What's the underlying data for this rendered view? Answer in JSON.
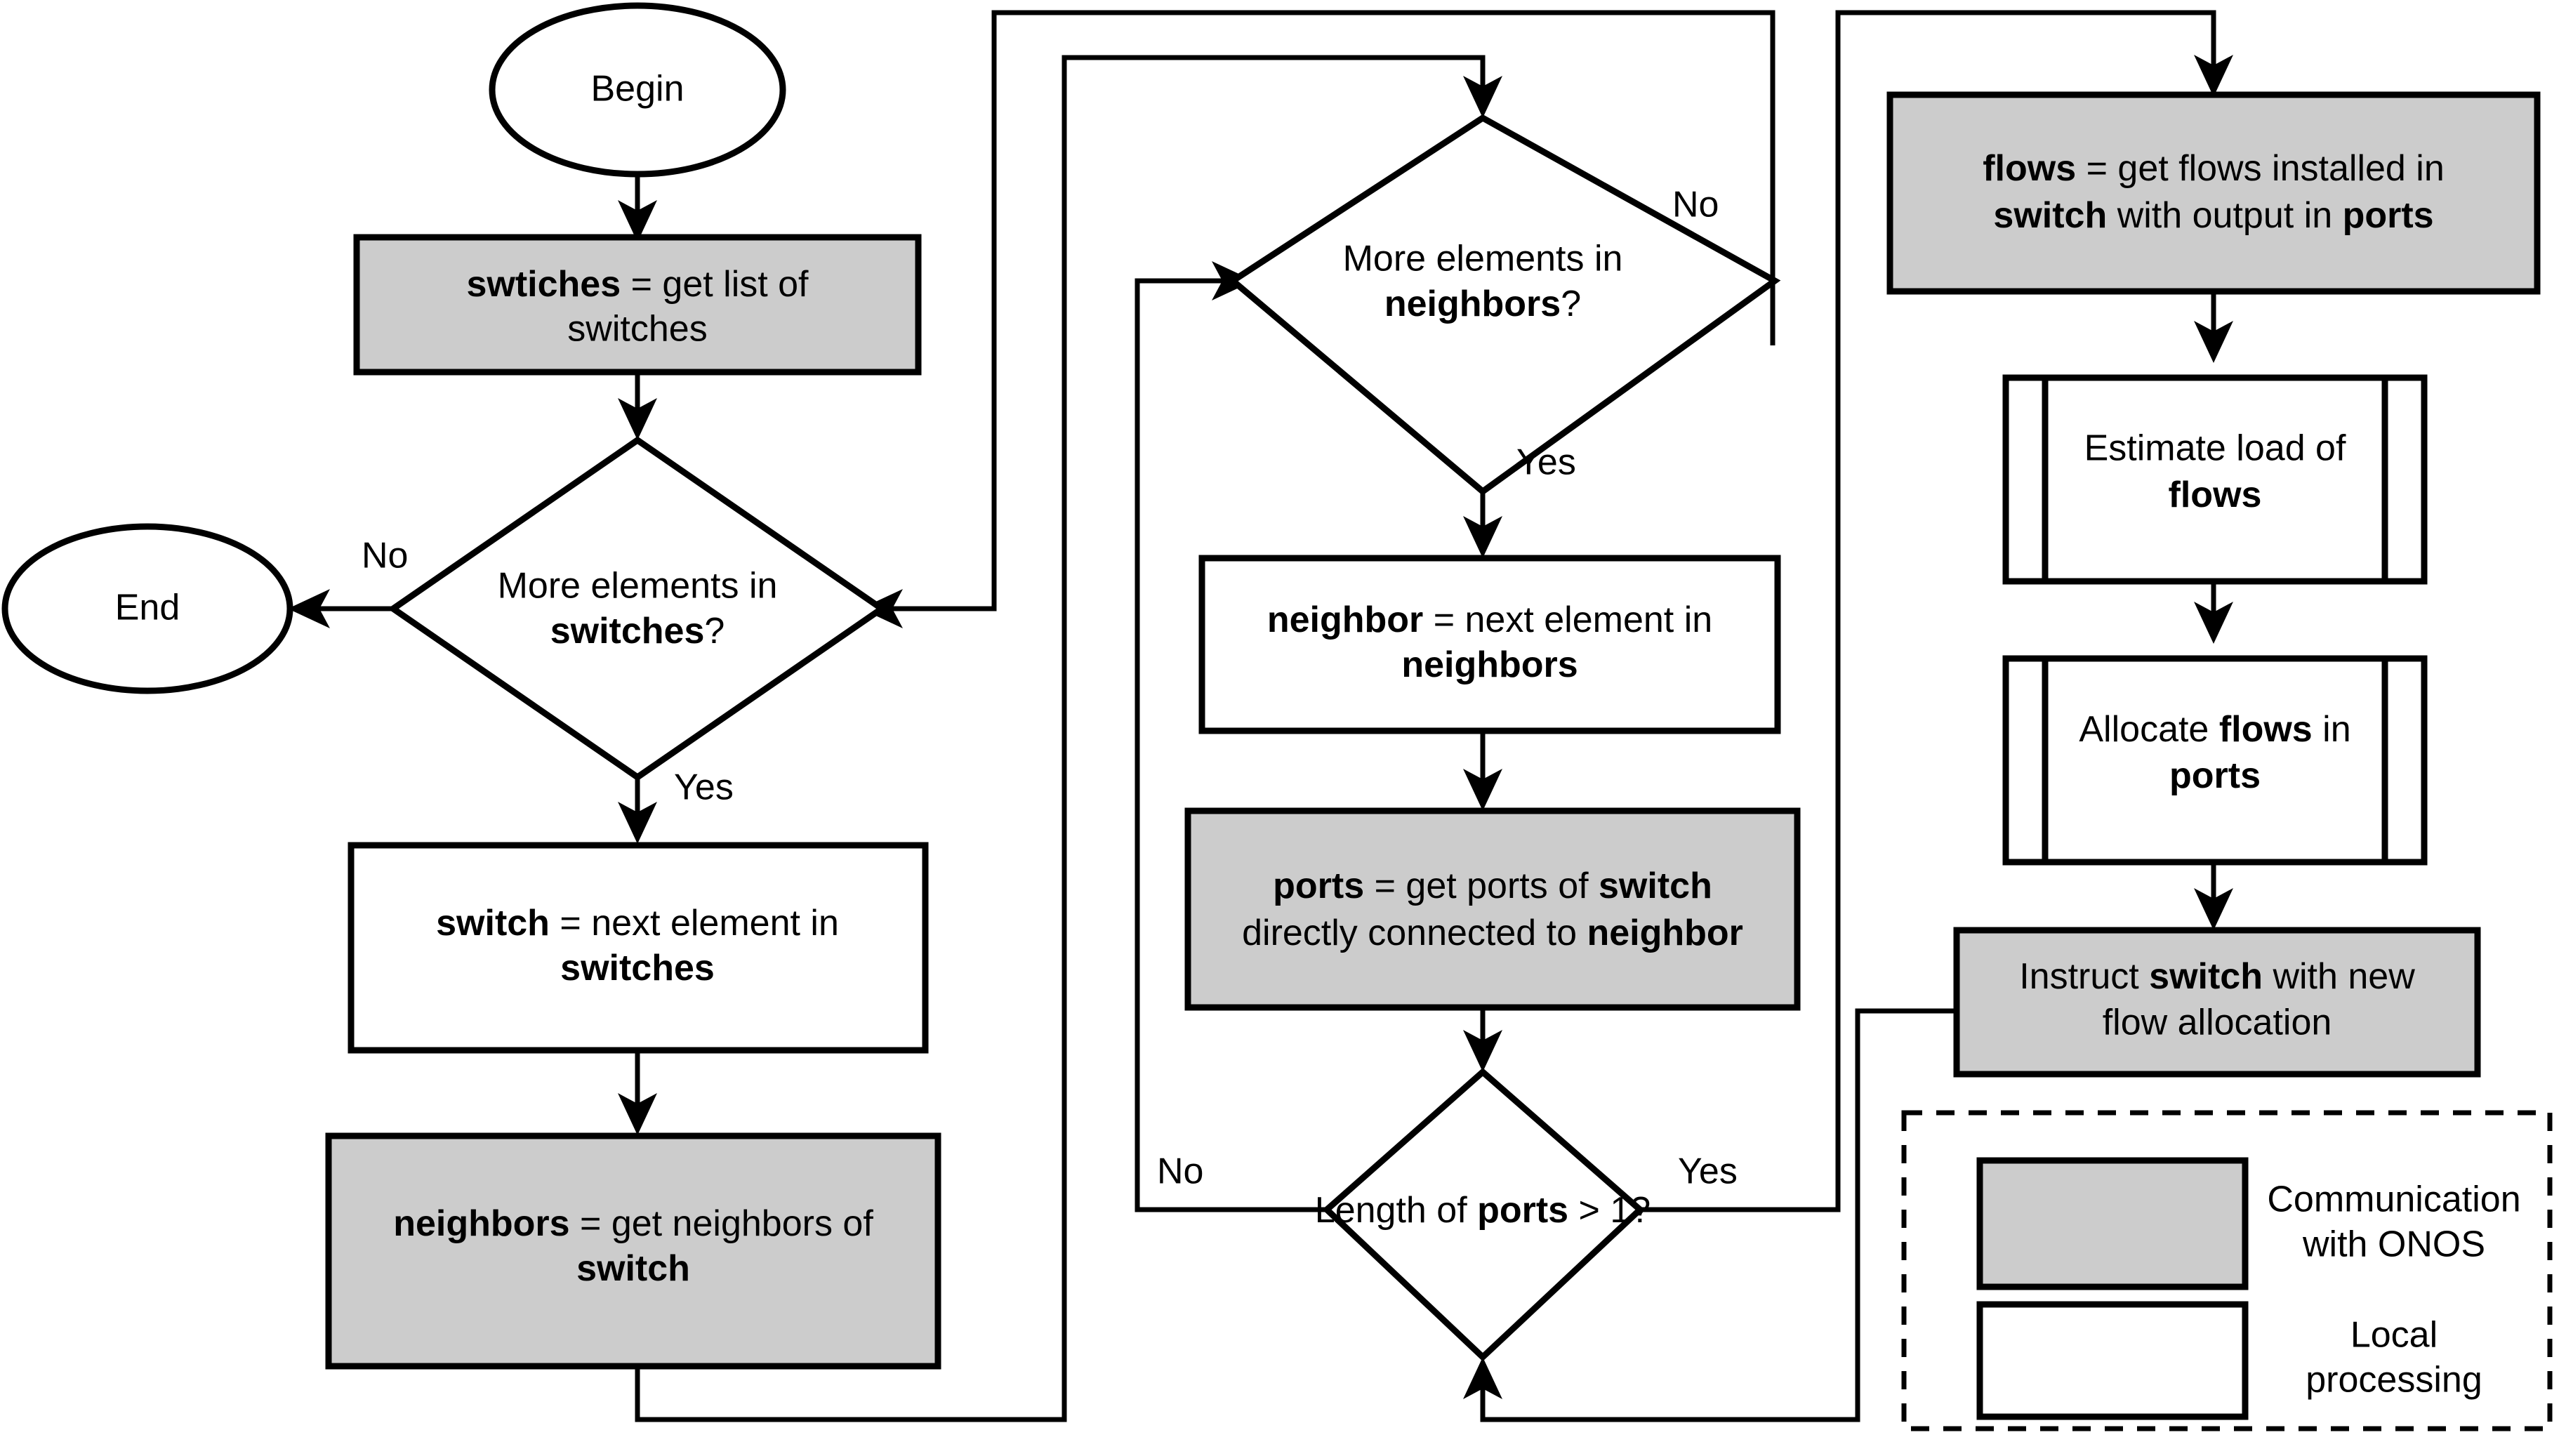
{
  "diagram": {
    "type": "flowchart",
    "title": "",
    "fill_onos": "#cccccc",
    "fill_local": "#ffffff",
    "stroke": "#000000"
  },
  "nodes": {
    "begin": {
      "label": "Begin",
      "shape": "terminator-ellipse",
      "style": "local"
    },
    "get_switches": {
      "line1_bold": "swtiches",
      "line1_rest": " = get list of",
      "line2": "switches",
      "shape": "process",
      "style": "onos"
    },
    "more_switches": {
      "line1": "More elements in",
      "line2_bold": "switches",
      "line2_rest": "?",
      "shape": "decision",
      "style": "local"
    },
    "end": {
      "label": "End",
      "shape": "terminator-ellipse",
      "style": "local"
    },
    "next_switch": {
      "line1_bold": "switch",
      "line1_rest": " = next element in",
      "line2_bold": "switches",
      "shape": "process",
      "style": "local"
    },
    "get_neighbors": {
      "line1_bold": "neighbors",
      "line1_rest": " = get neighbors of",
      "line2_bold": "switch",
      "shape": "process",
      "style": "onos"
    },
    "more_neighbors": {
      "line1": "More elements in",
      "line2_bold": "neighbors",
      "line2_rest": "?",
      "shape": "decision",
      "style": "local"
    },
    "next_neighbor": {
      "line1_bold": "neighbor",
      "line1_rest": " = next element in",
      "line2_bold": "neighbors",
      "shape": "process",
      "style": "local"
    },
    "get_ports": {
      "line1_bold": "ports",
      "line1_rest": " = get ports of ",
      "line1_bold2": "switch",
      "line2": "directly connected to ",
      "line2_bold": "neighbor",
      "shape": "process",
      "style": "onos"
    },
    "ports_length": {
      "line1": "Length of ",
      "line1_bold": "ports",
      "line1_rest": " > 1?",
      "shape": "decision",
      "style": "local"
    },
    "get_flows": {
      "line1_bold": "flows",
      "line1_rest": " = get flows installed in",
      "line2_bold": "switch",
      "line2_mid": " with output in ",
      "line2_bold2": "ports",
      "shape": "process",
      "style": "onos"
    },
    "estimate_load": {
      "line1": "Estimate load of",
      "line2_bold": "flows",
      "shape": "predefined-process",
      "style": "local"
    },
    "allocate_flows": {
      "line1": "Allocate ",
      "line1_bold": "flows",
      "line1_rest": " in",
      "line2_bold": "ports",
      "shape": "predefined-process",
      "style": "local"
    },
    "instruct_switch": {
      "line1": "Instruct ",
      "line1_bold": "switch",
      "line1_rest": " with new",
      "line2": "flow allocation",
      "shape": "process",
      "style": "onos"
    }
  },
  "edge_labels": {
    "switches_no": "No",
    "switches_yes": "Yes",
    "neighbors_no": "No",
    "neighbors_yes": "Yes",
    "ports_no": "No",
    "ports_yes": "Yes"
  },
  "legend": {
    "items": [
      {
        "swatch": "onos",
        "line1": "Communication",
        "line2": "with ONOS"
      },
      {
        "swatch": "local",
        "line1": "Local",
        "line2": "processing"
      }
    ]
  }
}
